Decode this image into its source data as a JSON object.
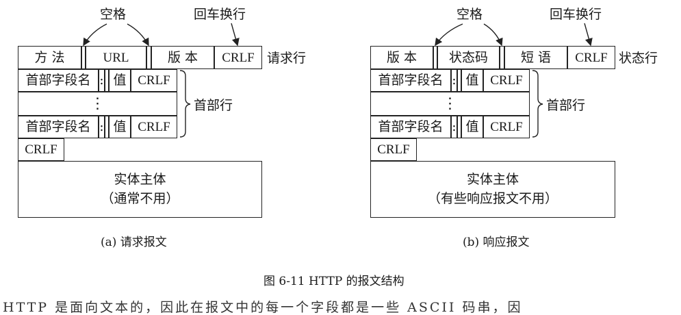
{
  "request": {
    "space_label": "空格",
    "crlf_label": "回车换行",
    "method": "方 法",
    "url": "URL",
    "version": "版 本",
    "crlf": "CRLF",
    "line_label": "请求行",
    "header_field": "首部字段名",
    "colon": ":",
    "value": "值",
    "ellipsis": "⋮",
    "header_label": "首部行",
    "body_line1": "实体主体",
    "body_line2": "（通常不用）",
    "caption": "(a) 请求报文"
  },
  "response": {
    "space_label": "空格",
    "crlf_label": "回车换行",
    "version": "版 本",
    "status_code": "状态码",
    "phrase": "短 语",
    "crlf": "CRLF",
    "line_label": "状态行",
    "header_field": "首部字段名",
    "colon": ":",
    "value": "值",
    "ellipsis": "⋮",
    "header_label": "首部行",
    "body_line1": "实体主体",
    "body_line2": "（有些响应报文不用）",
    "caption": "(b) 响应报文"
  },
  "figure_caption": "图 6-11   HTTP 的报文结构",
  "bottom_text": "HTTP 是面向文本的，因此在报文中的每一个字段都是一些 ASCII 码串，因"
}
